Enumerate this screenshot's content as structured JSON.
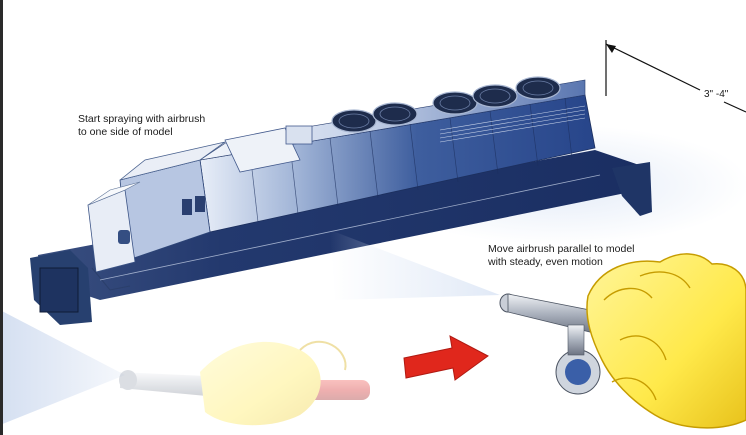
{
  "annotations": {
    "start_spraying": "Start spraying with airbrush\nto one side of model",
    "move_parallel": "Move airbrush parallel to model\nwith steady, even motion",
    "distance": "3\" -4\""
  },
  "colors": {
    "locomotive_blue": "#2c4a8c",
    "spray_light": "#dbe6f5",
    "glove_yellow": "#ffe94a",
    "brush_red": "#d21f1f",
    "arrow_red": "#e0271c"
  },
  "icons": {
    "direction_arrow": "arrow-right-icon",
    "airbrush": "airbrush-icon",
    "hand": "gloved-hand-icon"
  }
}
